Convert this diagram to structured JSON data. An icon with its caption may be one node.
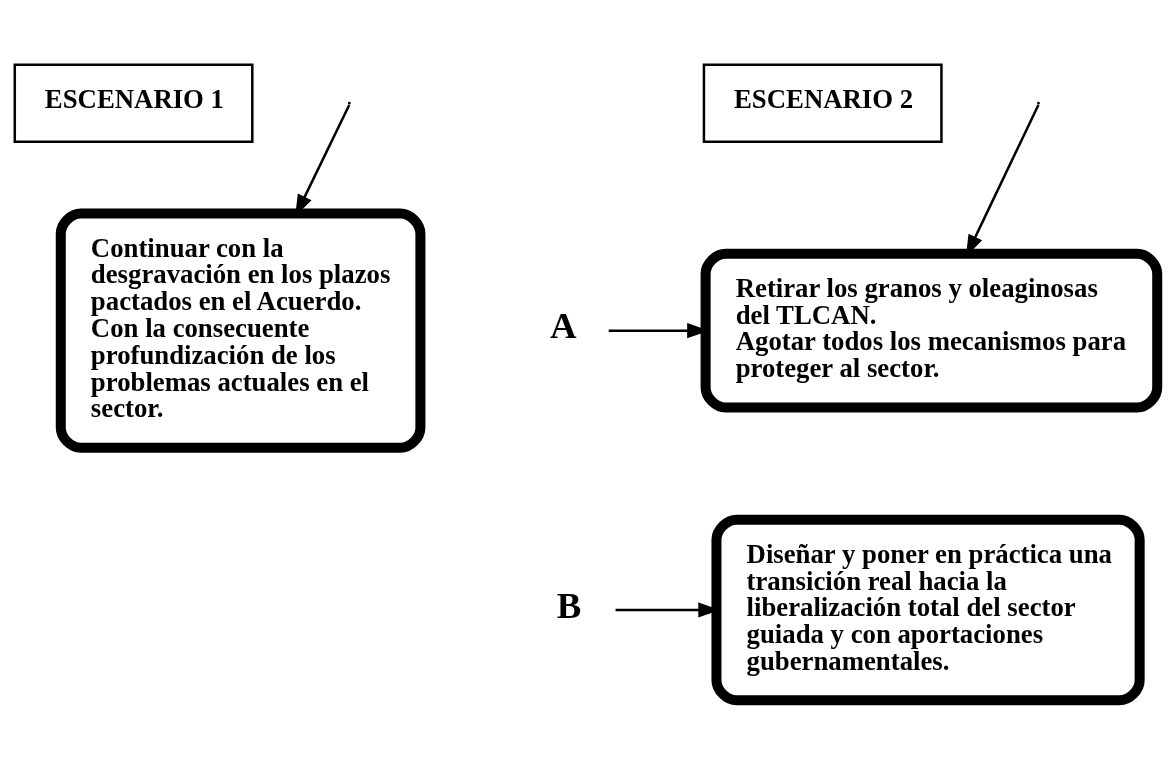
{
  "diagram": {
    "nodes": [
      {
        "text": [
          "ESCENARIO 1"
        ]
      },
      {
        "text": [
          "ESCENARIO 2"
        ]
      },
      {
        "text": [
          "Continuar con la desgravación en los plazos pactados en el Acuerdo.",
          "Con la consecuente profundización de los problemas actuales en el sector."
        ]
      },
      {
        "text": [
          "A"
        ]
      },
      {
        "text": [
          "Retirar los granos y oleaginosas del TLCAN.",
          "Agotar todos los mecanismos para proteger al sector."
        ]
      },
      {
        "text": [
          "B"
        ]
      },
      {
        "text": [
          "Diseñar y poner en práctica una transición real hacia la liberalización total del sector guiada y con aportaciones gubernamentales."
        ]
      }
    ],
    "edges": [
      {
        "from": null,
        "to": 2,
        "arrow": "to"
      },
      {
        "from": null,
        "to": 4,
        "arrow": "to"
      },
      {
        "from": 3,
        "to": 4,
        "arrow": "to"
      },
      {
        "from": 5,
        "to": 6,
        "arrow": "to"
      }
    ]
  }
}
